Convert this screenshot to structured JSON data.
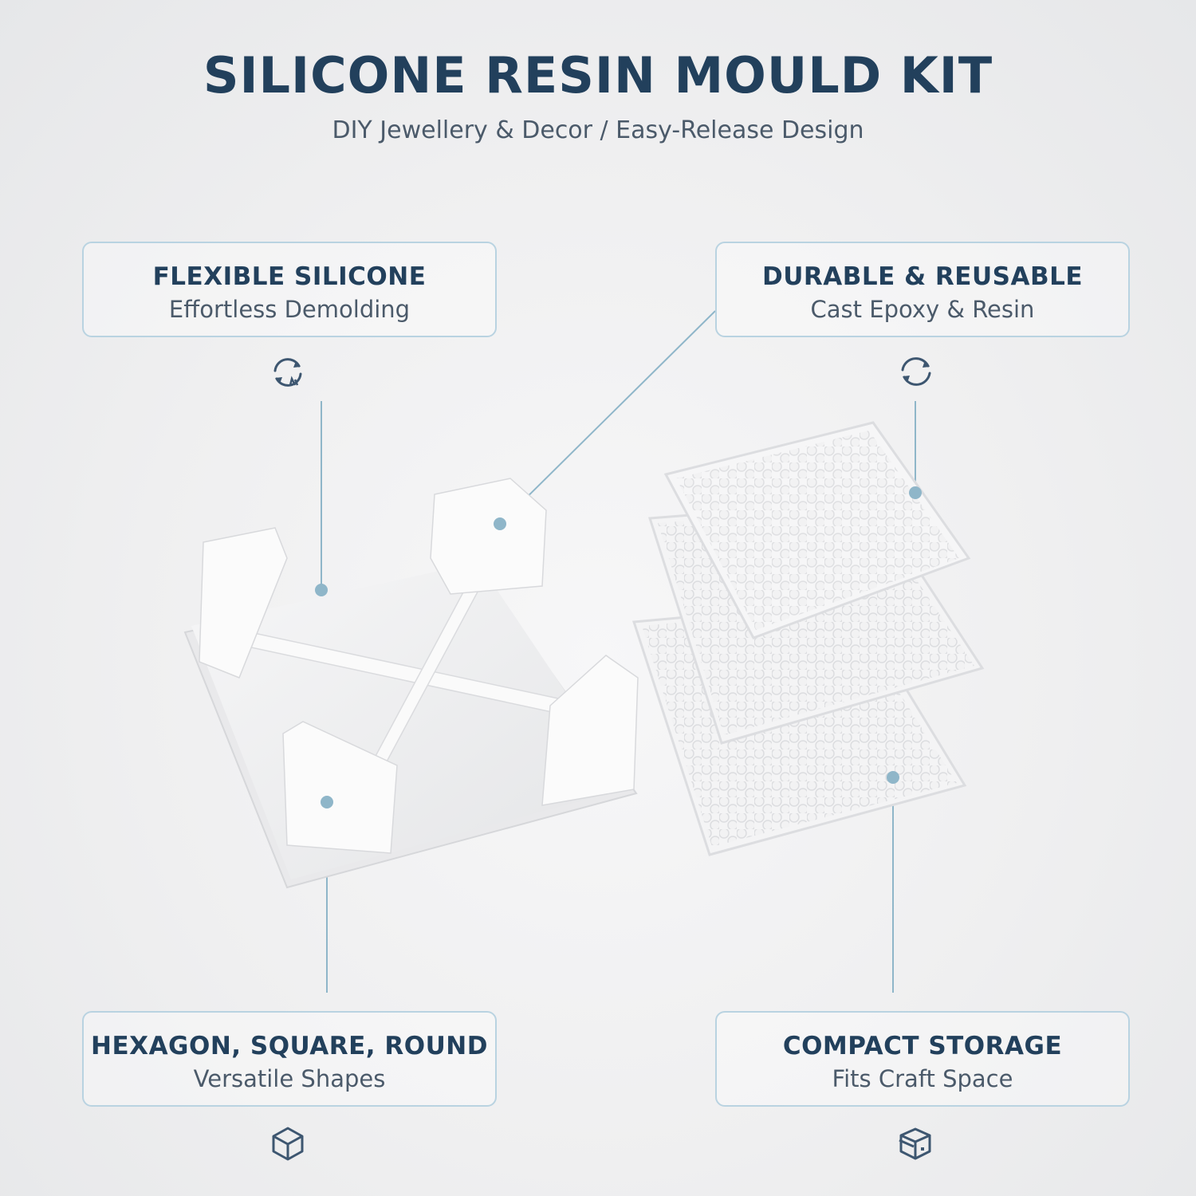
{
  "header": {
    "title": "SILICONE RESIN MOULD KIT",
    "subtitle": "DIY Jewellery & Decor / Easy-Release Design"
  },
  "features": {
    "flexible": {
      "title": "FLEXIBLE SILICONE",
      "subtitle": "Effortless Demolding",
      "icon": "recycle-icon"
    },
    "durable": {
      "title": "DURABLE & REUSABLE",
      "subtitle": "Cast Epoxy & Resin",
      "icon": "refresh-icon"
    },
    "shapes": {
      "title": "HEXAGON, SQUARE, ROUND",
      "subtitle": "Versatile Shapes",
      "icon": "cube-icon"
    },
    "storage": {
      "title": "COMPACT STORAGE",
      "subtitle": "Fits Craft Space",
      "icon": "box-icon"
    }
  },
  "colors": {
    "title": "#22405c",
    "text": "#4b5a6a",
    "accent": "#8fb6c9",
    "border": "#b9d3e1"
  }
}
